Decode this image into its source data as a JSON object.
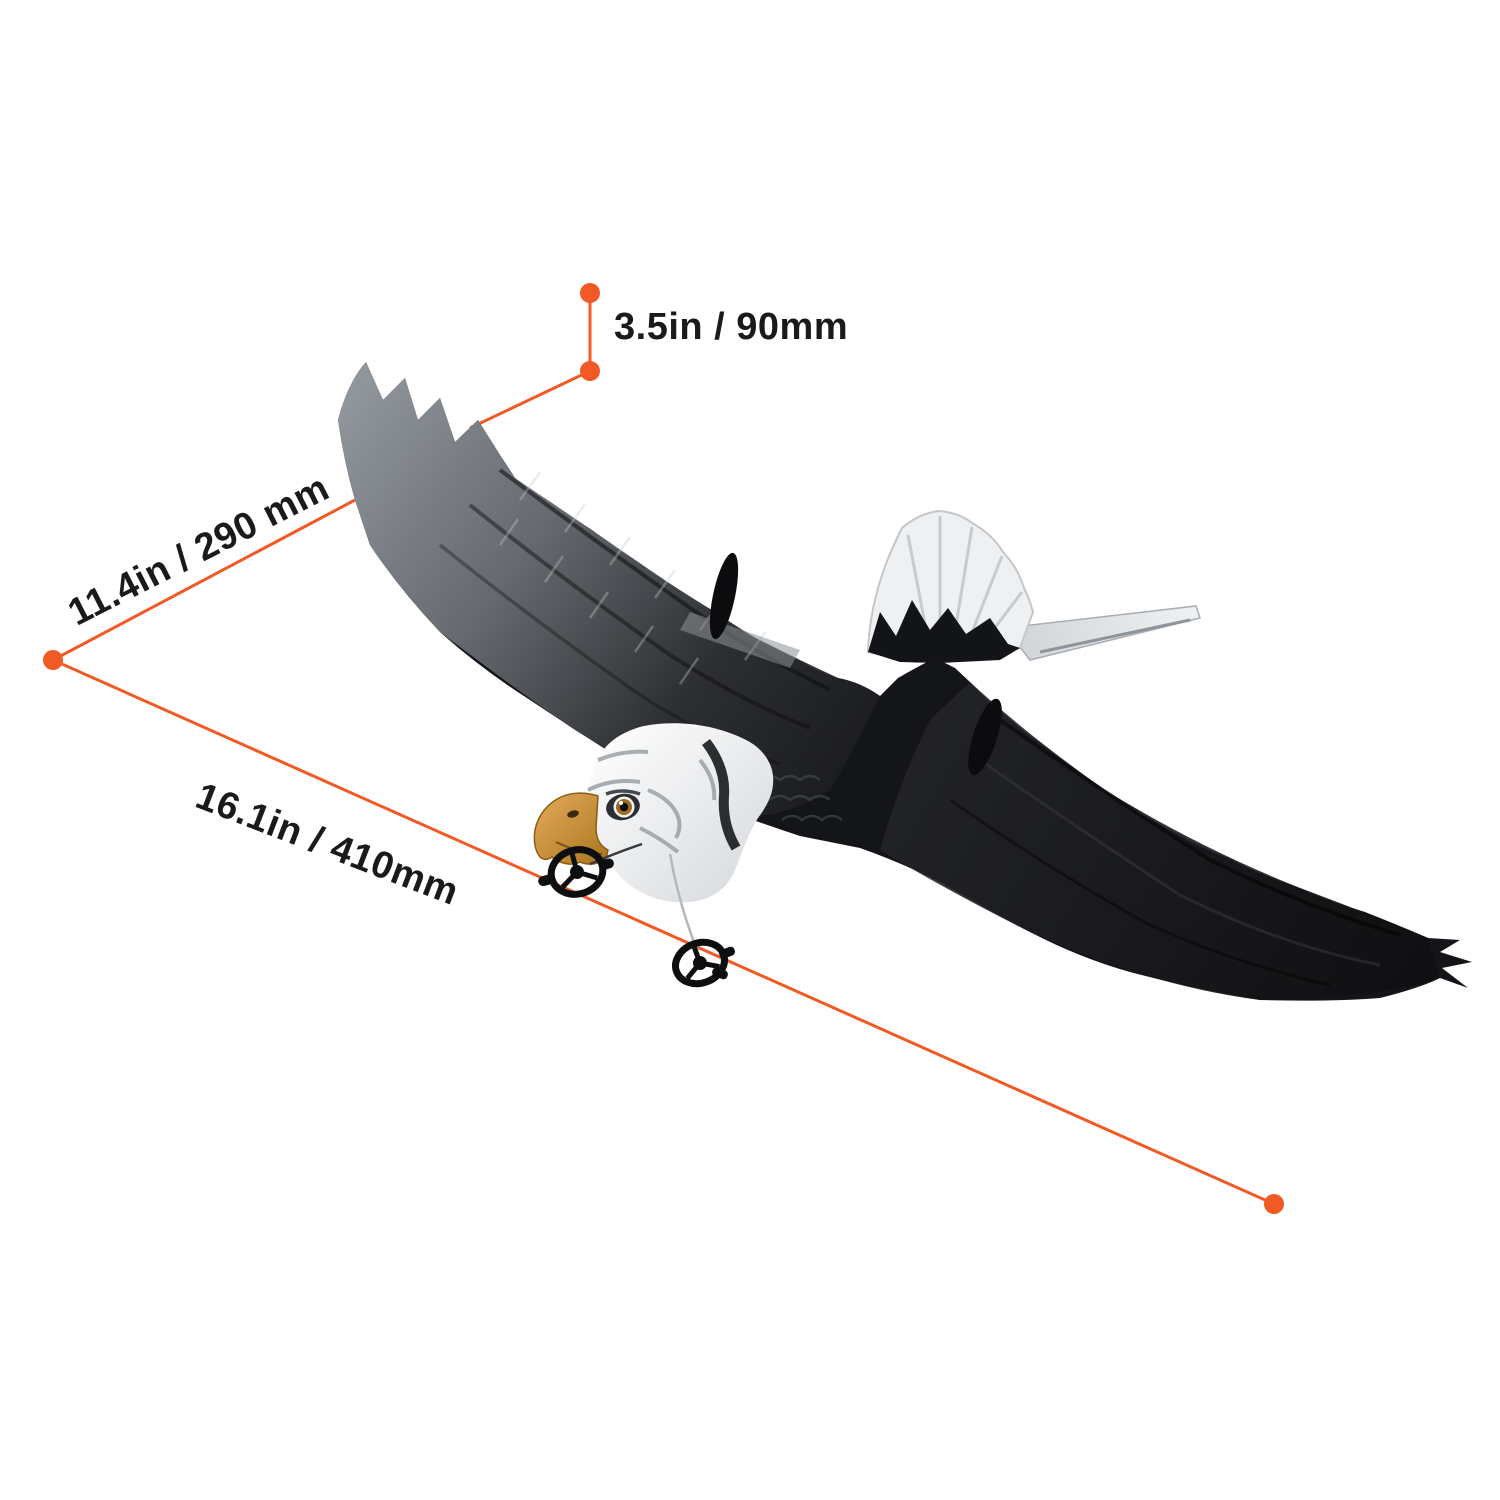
{
  "figure": {
    "alt": "Flying bald eagle RC glider seen from above with hanging control-line propeller pulleys"
  },
  "dimensions": {
    "vertical": {
      "label": "3.5in / 90mm"
    },
    "upper_diagonal": {
      "label": "11.4in / 290 mm"
    },
    "lower_diagonal": {
      "label": "16.1in / 410mm"
    }
  },
  "colors": {
    "accent_orange": "#F15A24",
    "eagle_dark": "#141518",
    "head_white": "#F2F3F4",
    "beak_gold": "#C8862F",
    "label_text": "#1A1A1A"
  }
}
